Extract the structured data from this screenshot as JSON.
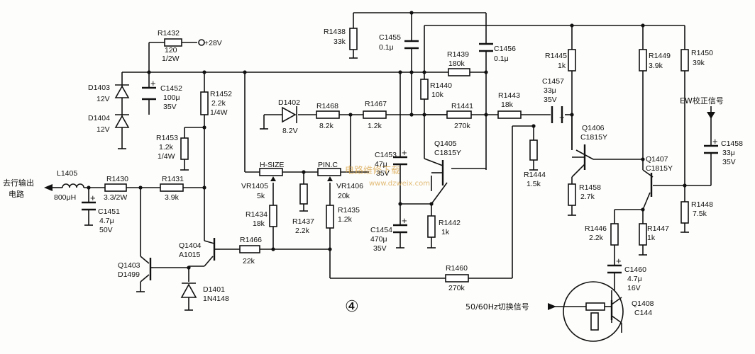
{
  "labels": {
    "supply": "+28V",
    "sig_ew": "EW校正信号",
    "sig_hout_1": "去行输出",
    "sig_hout_2": "电路",
    "sig_5060": "50/60Hz切换信号",
    "circle_num": "④",
    "watermark_1": "电路维修下载",
    "watermark_2": "www.dzweix.com"
  },
  "components": {
    "R1432": [
      "R1432",
      "120",
      "1/2W"
    ],
    "R1438": [
      "R1438",
      "33k"
    ],
    "C1455": [
      "C1455",
      "0.1μ"
    ],
    "C1456": [
      "C1456",
      "0.1μ"
    ],
    "R1439": [
      "R1439",
      "180k"
    ],
    "R1440": [
      "R1440",
      "10k"
    ],
    "D1403": [
      "D1403",
      "12V"
    ],
    "D1404": [
      "D1404",
      "12V"
    ],
    "C1452": [
      "C1452",
      "100μ",
      "35V"
    ],
    "R1452": [
      "R1452",
      "2.2k",
      "1/4W"
    ],
    "D1402": [
      "D1402",
      "8.2V"
    ],
    "R1468": [
      "R1468",
      "8.2k"
    ],
    "R1467": [
      "R1467",
      "1.2k"
    ],
    "R1441": [
      "R1441",
      "270k"
    ],
    "R1443": [
      "R1443",
      "18k"
    ],
    "C1457": [
      "C1457",
      "33μ",
      "35V"
    ],
    "R1445": [
      "R1445",
      "1k"
    ],
    "R1449": [
      "R1449",
      "3.9k"
    ],
    "R1450": [
      "R1450",
      "39k"
    ],
    "R1453": [
      "R1453",
      "1.2k",
      "1/4W"
    ],
    "L1405": [
      "L1405",
      "800μH"
    ],
    "R1430": [
      "R1430",
      "3.3/2W"
    ],
    "R1431": [
      "R1431",
      "3.9k"
    ],
    "C1451": [
      "C1451",
      "4.7μ",
      "50V"
    ],
    "VR1405": [
      "H-SIZE",
      "VR1405",
      "5k"
    ],
    "VR1406": [
      "PIN.C",
      "VR1406",
      "20k"
    ],
    "C1453": [
      "C1453",
      "47μ",
      "35V"
    ],
    "Q1405": [
      "Q1405",
      "C1815Y"
    ],
    "R1444": [
      "R1444",
      "1.5k"
    ],
    "Q1406": [
      "Q1406",
      "C1815Y"
    ],
    "Q1407": [
      "Q1407",
      "C1815Y"
    ],
    "C1458": [
      "C1458",
      "33μ",
      "35V"
    ],
    "R1458": [
      "R1458",
      "2.7k"
    ],
    "R1448": [
      "R1448",
      "7.5k"
    ],
    "R1434": [
      "R1434",
      "18k"
    ],
    "R1437": [
      "R1437",
      "2.2k"
    ],
    "R1435": [
      "R1435",
      "1.2k"
    ],
    "C1454": [
      "C1454",
      "470μ",
      "35V"
    ],
    "R1442": [
      "R1442",
      "1k"
    ],
    "R1446": [
      "R1446",
      "2.2k"
    ],
    "R1447": [
      "R1447",
      "1k"
    ],
    "Q1404": [
      "Q1404",
      "A1015"
    ],
    "R1466": [
      "R1466",
      "22k"
    ],
    "Q1403": [
      "Q1403",
      "D1499"
    ],
    "D1401": [
      "D1401",
      "1N4148"
    ],
    "R1460": [
      "R1460",
      "270k"
    ],
    "C1460": [
      "C1460",
      "4.7μ",
      "16V"
    ],
    "Q1408": [
      "Q1408",
      "C144"
    ]
  }
}
